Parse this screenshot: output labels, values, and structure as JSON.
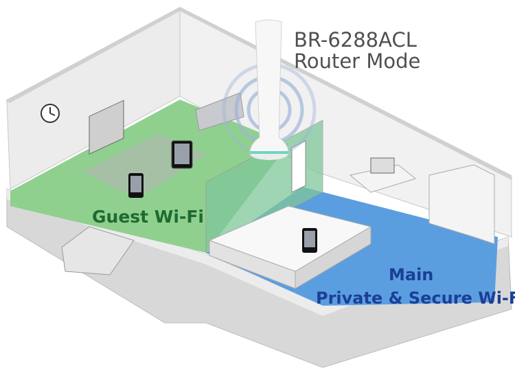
{
  "router": {
    "model": "BR-6288ACL",
    "mode": "Router Mode"
  },
  "zones": {
    "guest": {
      "label": "Guest Wi-Fi",
      "color": "#8fd08f"
    },
    "main": {
      "line1": "Main",
      "line2": "Private & Secure Wi-Fi",
      "color": "#5b9ee0"
    }
  },
  "colors": {
    "guest_text": "#1f6a2f",
    "main_text": "#1b3f96",
    "router_text": "#505050",
    "router_accent": "#6fd6c0"
  }
}
